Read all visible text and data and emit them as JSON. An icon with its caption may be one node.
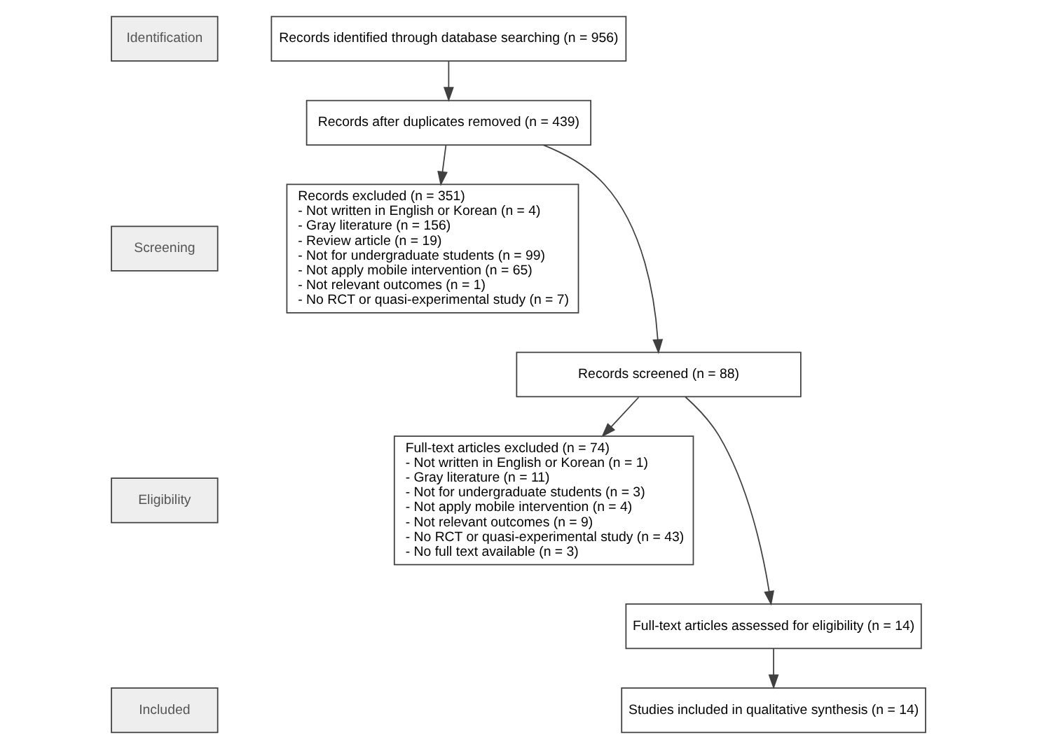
{
  "diagram": {
    "nodes": [
      {
        "text": [
          "Identification"
        ]
      },
      {
        "text": [
          "Screening"
        ]
      },
      {
        "text": [
          "Eligibility"
        ]
      },
      {
        "text": [
          "Included"
        ]
      },
      {
        "text": [
          "Records identified through database searching (n = 956)"
        ]
      },
      {
        "text": [
          "Records after duplicates removed (n = 439)"
        ]
      },
      {
        "text": [
          "Records excluded (n = 351)",
          "- Not written in English or Korean (n = 4)",
          "- Gray literature (n = 156)",
          "- Review article (n = 19)",
          "- Not for undergraduate students (n = 99)",
          "- Not apply mobile intervention (n = 65)",
          "- Not relevant outcomes (n = 1)",
          "- No RCT or quasi-experimental study (n = 7)"
        ]
      },
      {
        "text": [
          "Records screened (n = 88)"
        ]
      },
      {
        "text": [
          "Full-text articles excluded (n = 74)",
          "- Not written in English or Korean (n = 1)",
          "- Gray literature (n = 11)",
          "- Not for undergraduate students (n = 3)",
          "- Not apply mobile intervention (n = 4)",
          "- Not relevant outcomes (n = 9)",
          "- No RCT or quasi-experimental study (n = 43)",
          "- No full text available (n = 3)"
        ]
      },
      {
        "text": [
          "Full-text articles assessed for eligibility (n = 14)"
        ]
      },
      {
        "text": [
          "Studies included in qualitative synthesis (n = 14)"
        ]
      }
    ],
    "edges": [
      {
        "from": 4,
        "to": 5,
        "arrow": "to"
      },
      {
        "from": 5,
        "to": 7,
        "arrow": "to"
      },
      {
        "from": 5,
        "to": 6,
        "arrow": "to"
      },
      {
        "from": 7,
        "to": 9,
        "arrow": "to"
      },
      {
        "from": 7,
        "to": 8,
        "arrow": "to"
      },
      {
        "from": 9,
        "to": 10,
        "arrow": "to"
      }
    ]
  }
}
